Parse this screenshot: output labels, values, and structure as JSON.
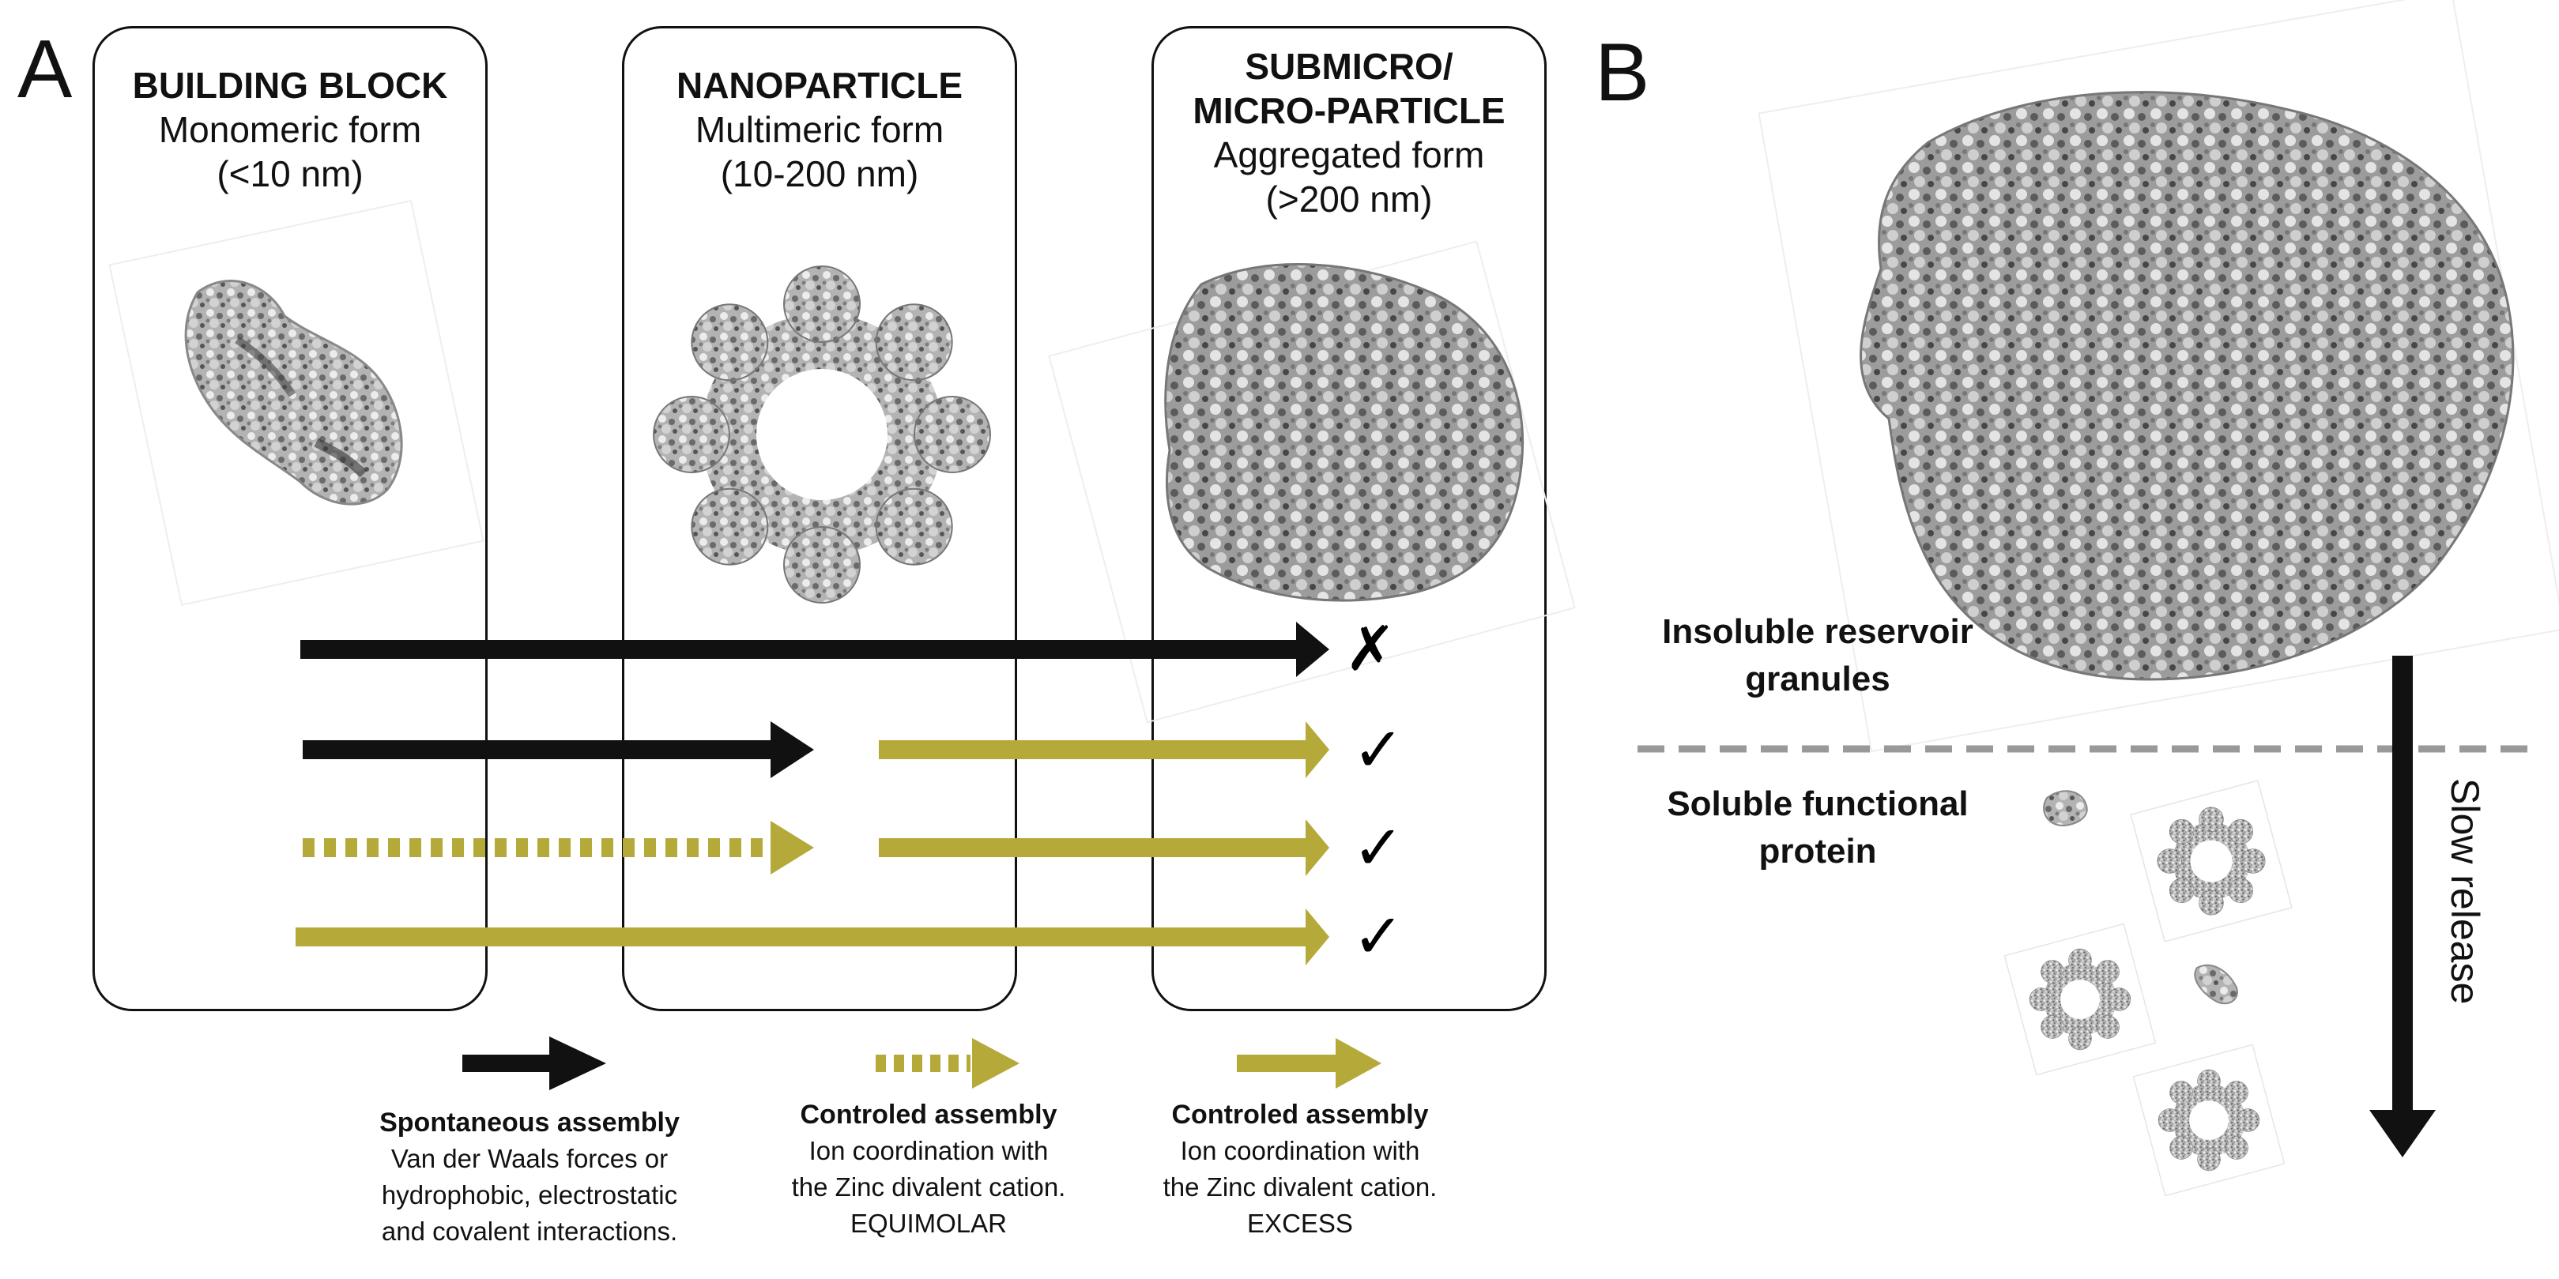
{
  "panel_a_label": "A",
  "panel_b_label": "B",
  "stages": [
    {
      "title": "BUILDING BLOCK",
      "line1": "Monomeric form",
      "line2": "(<10 nm)"
    },
    {
      "title": "NANOPARTICLE",
      "line1": "Multimeric form",
      "line2": "(10-200 nm)"
    },
    {
      "title_line1": "SUBMICRO/",
      "title_line2": "MICRO-PARTICLE",
      "line1": "Aggregated form",
      "line2": "(>200 nm)"
    }
  ],
  "pathway_marks": [
    "✗",
    "✓",
    "✓",
    "✓"
  ],
  "legend": [
    {
      "title": "Spontaneous assembly",
      "lines": [
        "Van der Waals forces or",
        "hydrophobic, electrostatic",
        "and covalent interactions."
      ]
    },
    {
      "title": "Controled assembly",
      "lines": [
        "Ion coordination with",
        "the Zinc divalent cation.",
        "EQUIMOLAR"
      ]
    },
    {
      "title": "Controled assembly",
      "lines": [
        "Ion coordination with",
        "the Zinc divalent cation.",
        "EXCESS"
      ]
    }
  ],
  "panel_b": {
    "insoluble_label": [
      "Insoluble reservoir",
      "granules"
    ],
    "soluble_label": [
      "Soluble functional",
      "protein"
    ],
    "release_label": "Slow release"
  },
  "colors": {
    "black": "#111111",
    "olive": "#b5a93a",
    "protein": "#8a8a8a",
    "dashed": "#999999"
  }
}
